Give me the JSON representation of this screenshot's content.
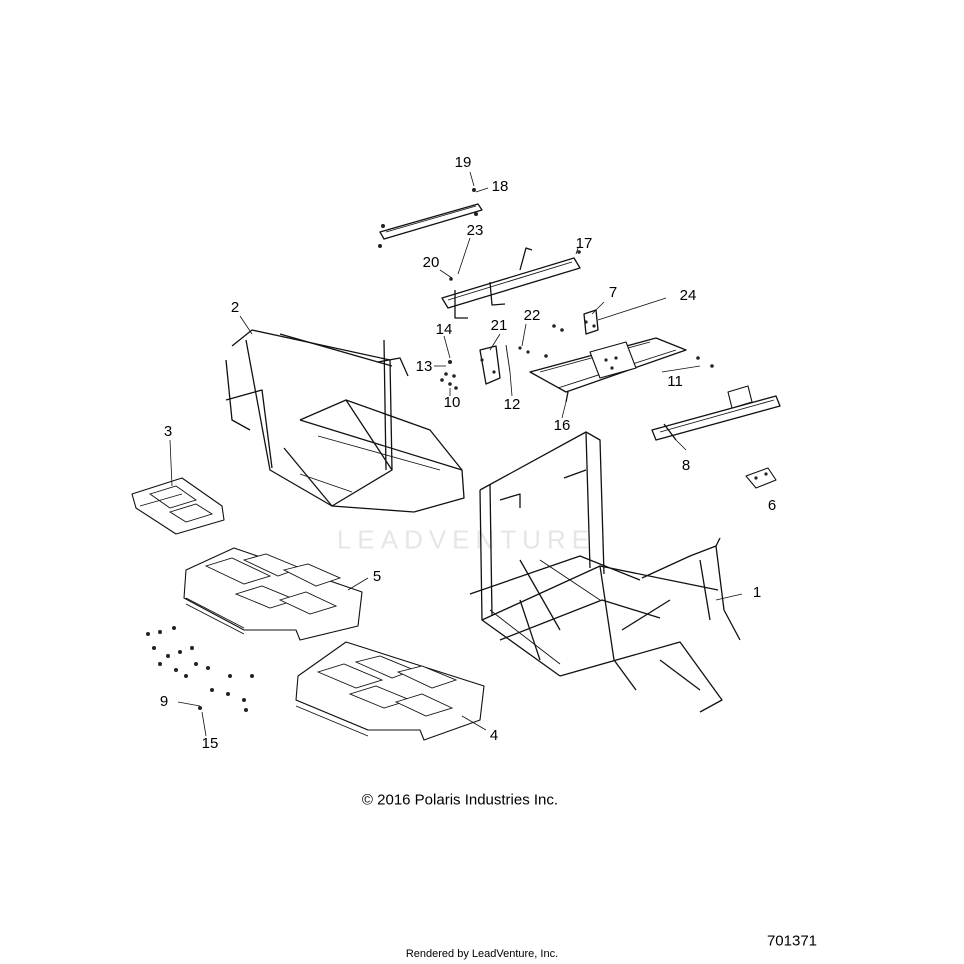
{
  "callouts": [
    {
      "id": "1",
      "label": "1"
    },
    {
      "id": "2",
      "label": "2"
    },
    {
      "id": "3",
      "label": "3"
    },
    {
      "id": "4",
      "label": "4"
    },
    {
      "id": "5",
      "label": "5"
    },
    {
      "id": "6",
      "label": "6"
    },
    {
      "id": "7",
      "label": "7"
    },
    {
      "id": "8",
      "label": "8"
    },
    {
      "id": "9",
      "label": "9"
    },
    {
      "id": "10",
      "label": "10"
    },
    {
      "id": "11",
      "label": "11"
    },
    {
      "id": "12",
      "label": "12"
    },
    {
      "id": "13",
      "label": "13"
    },
    {
      "id": "14",
      "label": "14"
    },
    {
      "id": "15",
      "label": "15"
    },
    {
      "id": "16",
      "label": "16"
    },
    {
      "id": "17",
      "label": "17"
    },
    {
      "id": "18",
      "label": "18"
    },
    {
      "id": "19",
      "label": "19"
    },
    {
      "id": "20",
      "label": "20"
    },
    {
      "id": "21",
      "label": "21"
    },
    {
      "id": "22",
      "label": "22"
    },
    {
      "id": "23",
      "label": "23"
    },
    {
      "id": "24",
      "label": "24"
    }
  ],
  "copyright": "© 2016 Polaris Industries Inc.",
  "rendered_by": "Rendered by LeadVenture, Inc.",
  "diagram_number": "701371",
  "watermark_text": "LEADVENTURE"
}
